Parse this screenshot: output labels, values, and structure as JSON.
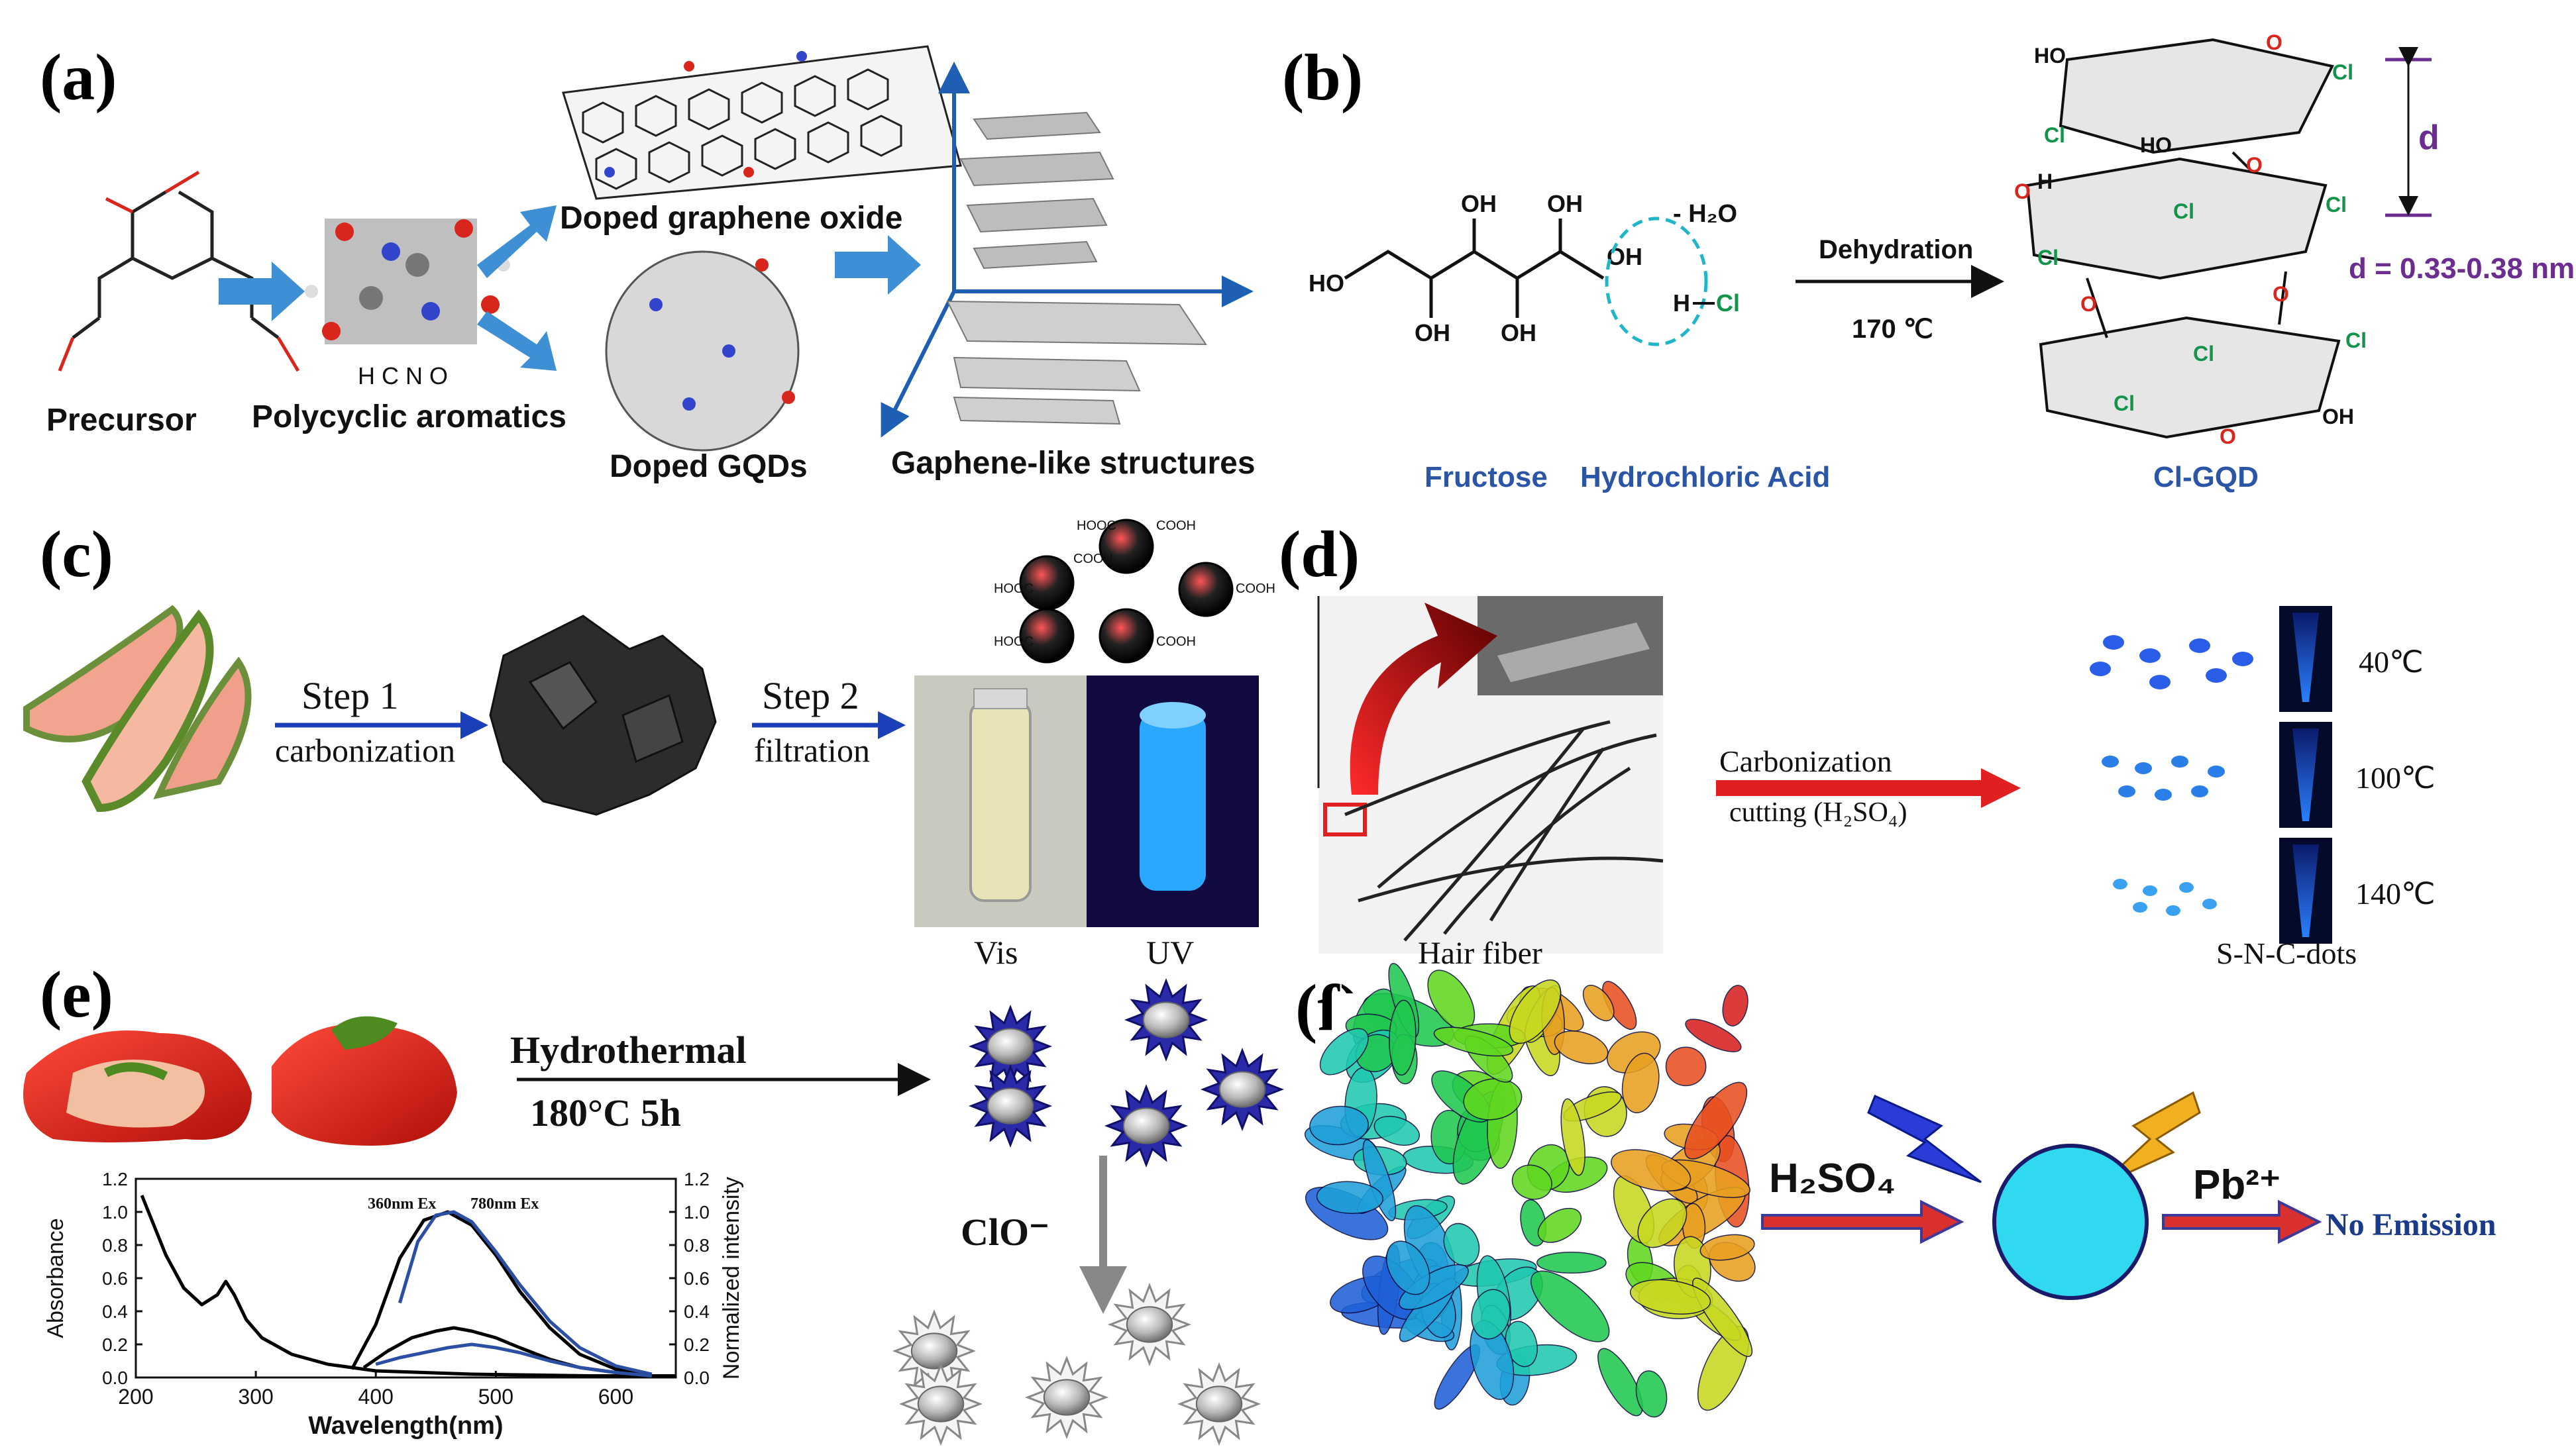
{
  "panels": {
    "a": {
      "letter": "(a)",
      "precursor": "Precursor",
      "atom_labels": "H C N O",
      "polycyclic": "Polycyclic  aromatics",
      "doped_go": "Doped graphene oxide",
      "doped_gqds": "Doped  GQDs",
      "graphene_like": "Gaphene-like  structures"
    },
    "b": {
      "letter": "(b)",
      "minus_water": "- H₂O",
      "dehydration": "Dehydration",
      "temperature": "170 ℃",
      "fructose": "Fructose",
      "hcl": "Hydrochloric Acid",
      "product": "Cl-GQD",
      "d_symbol": "d",
      "d_value": "d = 0.33-0.38 nm",
      "oh": "OH",
      "ho": "HO",
      "h": "H",
      "cl": "Cl",
      "o": "O"
    },
    "c": {
      "letter": "(c)",
      "step1": "Step 1",
      "step1_sub": "carbonization",
      "step2": "Step 2",
      "step2_sub": "filtration",
      "vis": "Vis",
      "uv": "UV",
      "cooh": "COOH",
      "hooc": "HOOC"
    },
    "d": {
      "letter": "(d)",
      "carbonization": "Carbonization",
      "cutting": "cutting (H₂SO₄)",
      "hair_fiber": "Hair fiber",
      "temps": [
        "40℃",
        "100℃",
        "140℃"
      ],
      "product": "S-N-C-dots"
    },
    "e": {
      "letter": "(e)",
      "hydrothermal": "Hydrothermal",
      "condition": "180°C  5h",
      "clo": "ClO⁻"
    },
    "f": {
      "letter": "(f)",
      "acid": "H₂SO₄",
      "ion": "Pb²⁺",
      "result": "No Emission"
    }
  },
  "chart_data": {
    "type": "line",
    "xlabel": "Wavelength(nm)",
    "ylabel": "Absorbance",
    "y2label": "Normalized intensity",
    "xlim": [
      200,
      650
    ],
    "ylim": [
      0,
      1.2
    ],
    "y2lim": [
      0,
      1.2
    ],
    "xticks": [
      200,
      300,
      400,
      500,
      600
    ],
    "yticks": [
      0.0,
      0.2,
      0.4,
      0.6,
      0.8,
      1.0,
      1.2
    ],
    "annotations": [
      "360nm Ex",
      "780nm Ex"
    ],
    "series": [
      {
        "color": "#000000",
        "x": [
          205,
          215,
          225,
          240,
          255,
          268,
          275,
          282,
          292,
          305,
          330,
          360,
          400,
          440,
          480,
          530,
          580,
          620,
          650
        ],
        "y": [
          1.1,
          0.92,
          0.74,
          0.54,
          0.44,
          0.5,
          0.58,
          0.5,
          0.35,
          0.24,
          0.14,
          0.08,
          0.04,
          0.03,
          0.02,
          0.015,
          0.01,
          0.01,
          0.01
        ]
      },
      {
        "color": "#000000",
        "x": [
          380,
          400,
          420,
          440,
          460,
          480,
          500,
          520,
          545,
          570,
          600,
          630
        ],
        "y": [
          0.05,
          0.32,
          0.72,
          0.95,
          1.0,
          0.92,
          0.74,
          0.52,
          0.3,
          0.14,
          0.05,
          0.02
        ]
      },
      {
        "color": "#2b4fa3",
        "x": [
          420,
          435,
          450,
          465,
          480,
          500,
          520,
          545,
          570,
          600,
          630
        ],
        "y": [
          0.45,
          0.82,
          0.98,
          1.0,
          0.94,
          0.76,
          0.56,
          0.34,
          0.18,
          0.07,
          0.02
        ]
      },
      {
        "color": "#000000",
        "x": [
          390,
          410,
          430,
          450,
          465,
          480,
          500,
          520,
          545,
          570,
          600,
          630
        ],
        "y": [
          0.06,
          0.16,
          0.24,
          0.28,
          0.3,
          0.28,
          0.24,
          0.18,
          0.11,
          0.06,
          0.03,
          0.01
        ]
      },
      {
        "color": "#2b4fa3",
        "x": [
          400,
          420,
          440,
          460,
          480,
          500,
          520,
          545,
          570,
          600,
          630
        ],
        "y": [
          0.08,
          0.12,
          0.15,
          0.18,
          0.2,
          0.18,
          0.15,
          0.1,
          0.06,
          0.03,
          0.01
        ]
      }
    ]
  },
  "colors": {
    "arrow_blue": "#3f8fd4",
    "label_blue": "#2b55a6",
    "purple": "#6b2d8f",
    "chlorine_green": "#14934a",
    "oxygen_red": "#d9261c",
    "nitrogen_blue": "#3344cc",
    "red_arrow": "#e02020",
    "uv_blue": "#2aa8ff"
  }
}
